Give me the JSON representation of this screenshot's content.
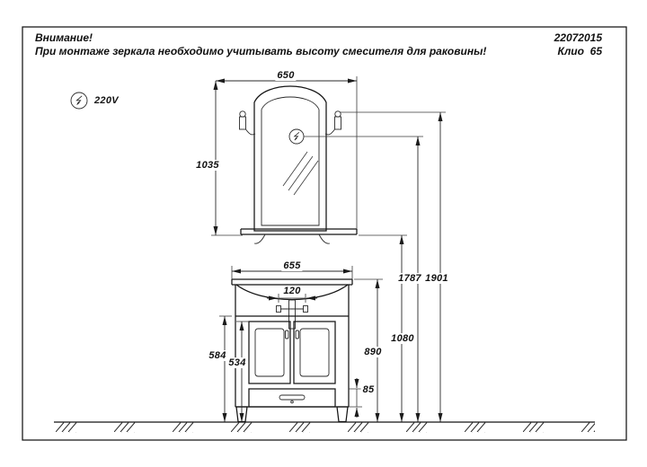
{
  "sheet": {
    "warning_line1": "Внимание!",
    "warning_line2": "При монтаже зеркала необходимо учитывать высоту смесителя для раковины!",
    "doc_number": "22072015",
    "model": "Клио  65"
  },
  "labels": {
    "voltage": "220V"
  },
  "dims": {
    "mirror_width": "650",
    "mirror_height": "1035",
    "cabinet_width": "655",
    "faucet_span": "120",
    "body_height": "584",
    "door_height": "534",
    "drawer_height": "85",
    "cabinet_total_height": "890",
    "shelf_height": "1080",
    "outlet_height": "1787",
    "overall_height": "1901"
  },
  "colors": {
    "line": "#151515",
    "dim_line": "#2a2a2a",
    "background": "#ffffff"
  }
}
